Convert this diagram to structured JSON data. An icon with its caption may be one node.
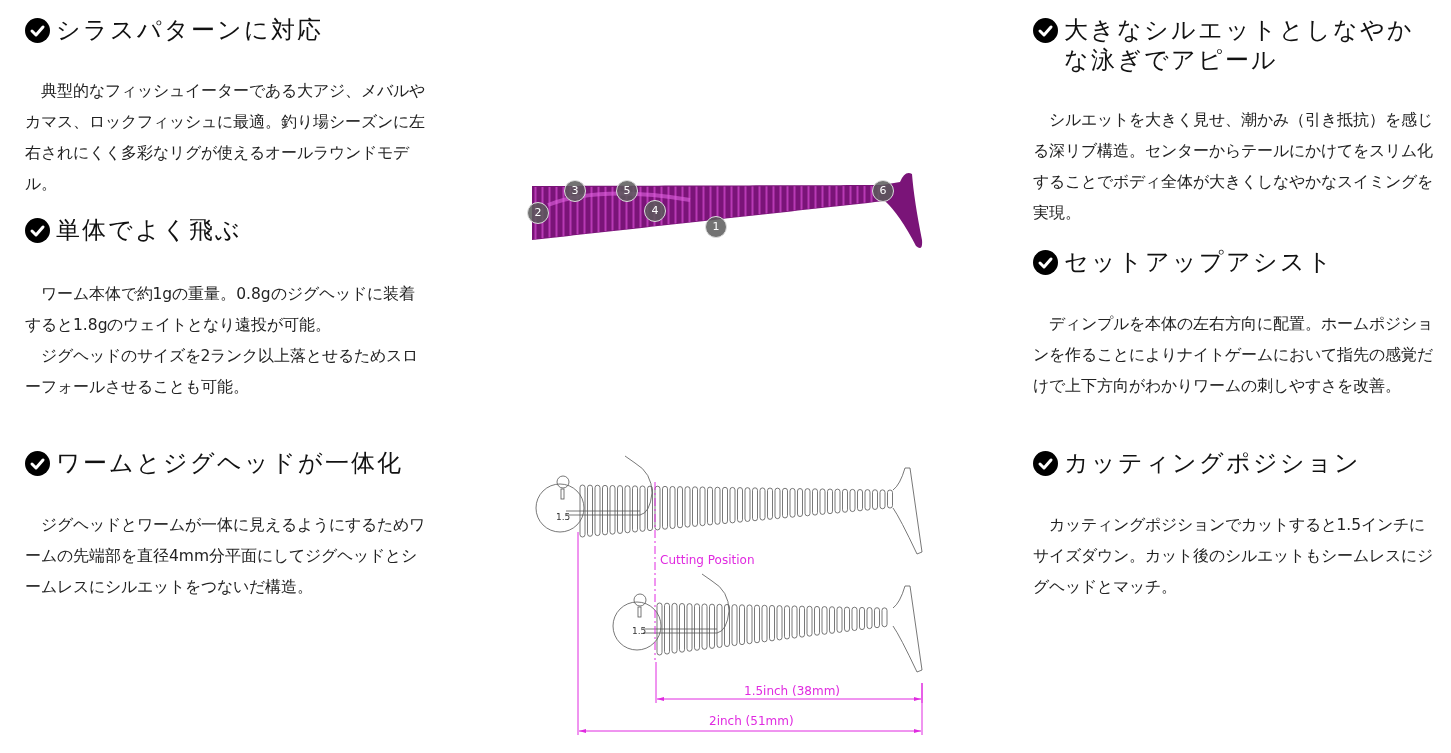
{
  "diagram": {
    "nodes": [
      {
        "text": [
          "3"
        ]
      },
      {
        "text": [
          "5"
        ]
      },
      {
        "text": [
          "6"
        ]
      },
      {
        "text": [
          "2"
        ]
      },
      {
        "text": [
          "4"
        ]
      },
      {
        "text": [
          "1"
        ]
      }
    ],
    "edges": [],
    "labels": [
      "シラスパターンに対応",
      "典型的なフィッシュイーターである大アジ、メバルやカマス、ロックフィッシュに最適。釣り場シーズンに左右されにくく多彩なリグが使えるオールラウンドモデル。",
      "大きなシルエットとしなやかな泳ぎでアピール",
      "シルエットを大きく見せ、潮かみ（引き抵抗）を感じる深リブ構造。センターからテールにかけてをスリム化することでボディ全体が大きくしなやかなスイミングを実現。",
      "単体でよく飛ぶ",
      "ワーム本体で約1gの重量。0.8gのジグヘッドに装着すると1.8gのウェイトとなり遠投が可能。",
      "ジグヘッドのサイズを2ランク以上落とせるためスローフォールさせることも可能。",
      "セットアップアシスト",
      "ディンプルを本体の左右方向に配置。ホームポジションを作ることによりナイトゲームにおいて指先の感覚だけで上下方向がわかりワームの刺しやすさを改善。",
      "ワームとジグヘッドが一体化",
      "ジグヘッドとワームが一体に見えるようにするためワームの先端部を直径4mm分平面にしてジグヘッドとシームレスにシルエットをつないだ構造。",
      "1.5",
      "Cutting Position",
      "1.5",
      "1.5inch (38mm)",
      "2inch (51mm)",
      "カッティングポジション",
      "カッティングポジションでカットすると1.5インチにサイズダウン。カット後のシルエットもシームレスにジグヘッドとマッチ。"
    ]
  }
}
